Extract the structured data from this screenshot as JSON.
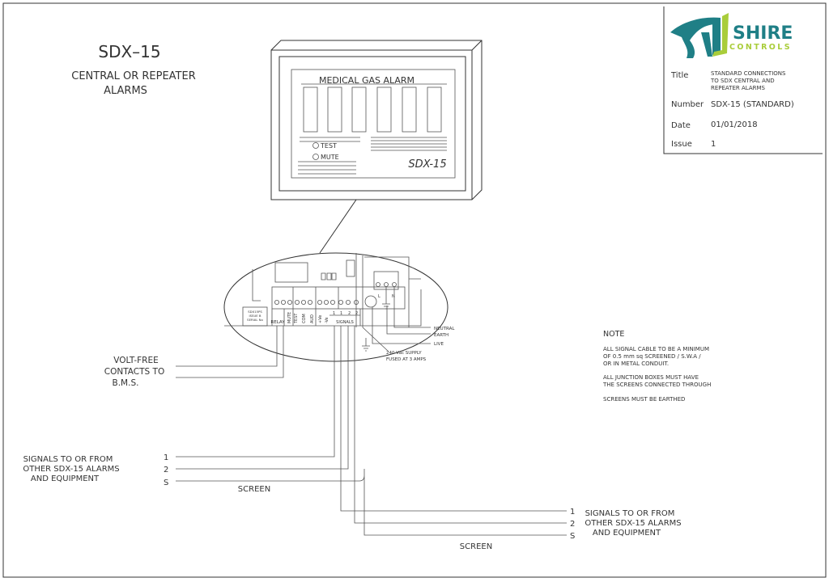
{
  "drawing": {
    "heading": "SDX–15",
    "subheading_1": "CENTRAL OR REPEATER",
    "subheading_2": "ALARMS"
  },
  "title_block": {
    "logo_text_1": "SHIRE",
    "logo_text_2": "CONTROLS",
    "colors": {
      "teal": "#1f7f86",
      "lime": "#a9cd3a"
    },
    "title_label": "Title",
    "title_lines": [
      "STANDARD CONNECTIONS",
      "TO SDX CENTRAL AND",
      "REPEATER ALARMS"
    ],
    "number_label": "Number",
    "number_value": "SDX-15 (STANDARD)",
    "date_label": "Date",
    "date_value": "01/01/2018",
    "issue_label": "Issue",
    "issue_value": "1"
  },
  "alarm_panel": {
    "title": "MEDICAL GAS ALARM",
    "test_label": "TEST",
    "mute_label": "MUTE",
    "model": "SDX-15"
  },
  "board": {
    "pcb_label": [
      "SDX15PS",
      "ISSUE B",
      "SERIAL No"
    ],
    "relay": "RELAY",
    "terminals": [
      "MUTE",
      "TEST",
      "COM",
      "AUD",
      "+Ve",
      "-Ve"
    ],
    "signal_nums": [
      "1",
      "1",
      "2",
      "2"
    ],
    "signals": "SIGNALS",
    "supply_terms": [
      "L",
      "N"
    ],
    "neutral": "NEUTRAL",
    "earth": "EARTH",
    "live": "LIVE",
    "supply_1": "240 Vac SUPPLY",
    "supply_2": "FUSED AT 3 AMPS"
  },
  "volt_free": [
    "VOLT-FREE",
    "CONTACTS TO",
    "B.M.S."
  ],
  "signals_left": {
    "lines": [
      "SIGNALS TO OR FROM",
      "OTHER SDX-15 ALARMS",
      "AND EQUIPMENT"
    ],
    "wires": [
      "1",
      "2",
      "S"
    ],
    "screen": "SCREEN"
  },
  "signals_right": {
    "lines": [
      "SIGNALS TO OR FROM",
      "OTHER SDX-15 ALARMS",
      "AND EQUIPMENT"
    ],
    "wires": [
      "1",
      "2",
      "S"
    ],
    "screen": "SCREEN"
  },
  "note": {
    "heading": "NOTE",
    "lines": [
      "ALL SIGNAL CABLE TO BE A MINIMUM",
      "OF 0.5 mm sq SCREENED / S.W.A /",
      "OR IN METAL CONDUIT.",
      "ALL JUNCTION BOXES MUST HAVE",
      "THE SCREENS CONNECTED THROUGH",
      "SCREENS MUST BE EARTHED"
    ]
  }
}
